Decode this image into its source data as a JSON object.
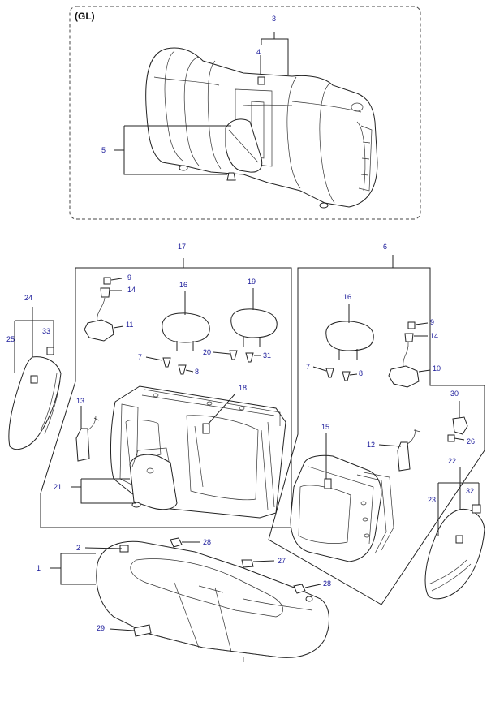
{
  "variant_label": "(GL)",
  "accent_color": "#1a1a9a",
  "callouts": {
    "c1": "1",
    "c2": "2",
    "c3": "3",
    "c4": "4",
    "c5": "5",
    "c6": "6",
    "c7a": "7",
    "c7b": "7",
    "c8a": "8",
    "c8b": "8",
    "c9a": "9",
    "c9b": "9",
    "c10": "10",
    "c11": "11",
    "c12": "12",
    "c13": "13",
    "c14a": "14",
    "c14b": "14",
    "c15": "15",
    "c16a": "16",
    "c16b": "16",
    "c17": "17",
    "c18": "18",
    "c19": "19",
    "c20": "20",
    "c21": "21",
    "c22": "22",
    "c23": "23",
    "c24": "24",
    "c25": "25",
    "c26": "26",
    "c27": "27",
    "c28a": "28",
    "c28b": "28",
    "c29": "29",
    "c30": "30",
    "c31": "31",
    "c32": "32",
    "c33": "33"
  }
}
